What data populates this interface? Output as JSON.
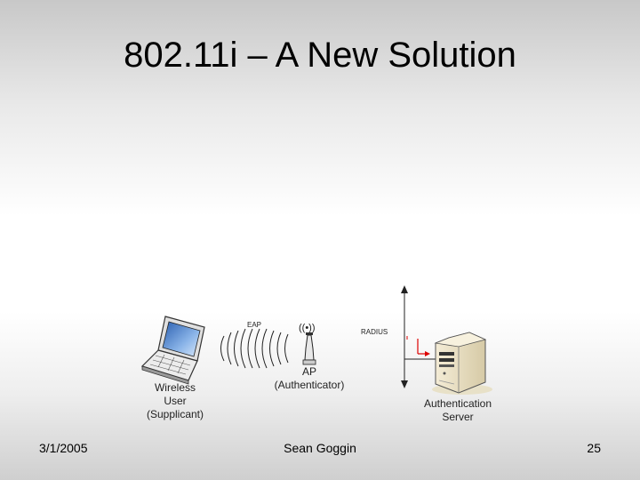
{
  "slide": {
    "title": "802.11i – A New Solution",
    "date": "3/1/2005",
    "author": "Sean Goggin",
    "page_number": "25"
  },
  "diagram": {
    "protocol_eap": "EAP",
    "protocol_radius": "RADIUS",
    "ap_symbol": "((•))",
    "wireless_user": {
      "line1": "Wireless",
      "line2": "User",
      "line3": "(Supplicant)"
    },
    "ap": {
      "line1": "AP",
      "line2": "(Authenticator)"
    },
    "server": {
      "line1": "Authentication",
      "line2": "Server"
    }
  }
}
